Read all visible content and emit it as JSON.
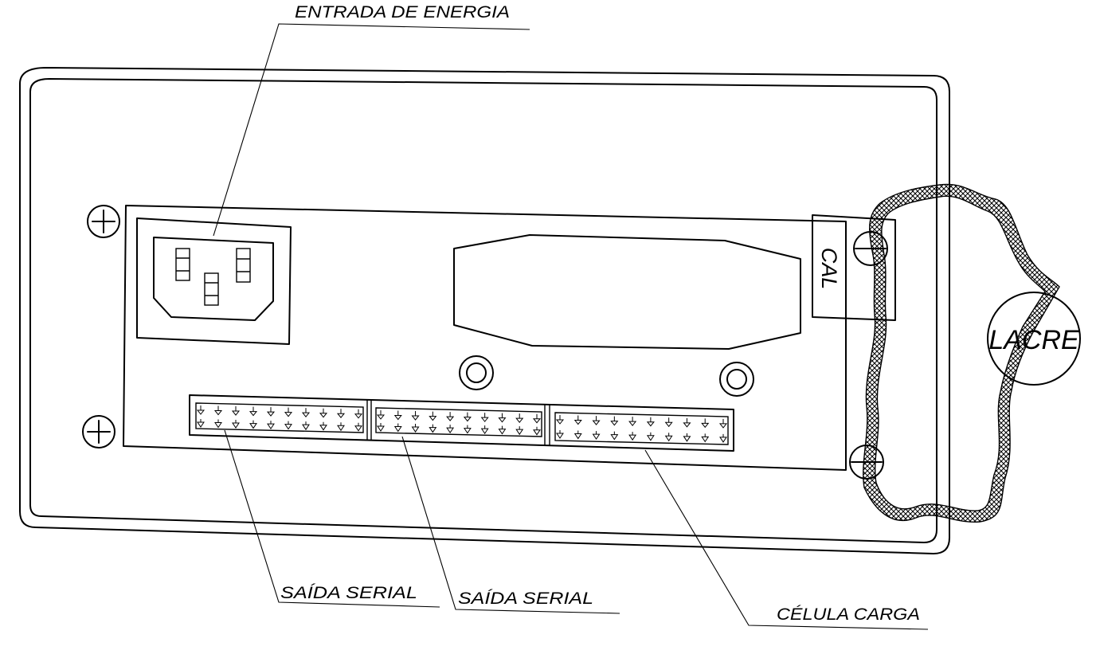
{
  "labels": {
    "power_input": "ENTRADA DE ENERGIA",
    "serial_output_1": "SAÍDA SERIAL",
    "serial_output_2": "SAÍDA SERIAL",
    "load_cell": "CÉLULA CARGA",
    "calibration": "CAL",
    "seal": "LACRE"
  },
  "connectors": [
    {
      "label": "SAÍDA SERIAL",
      "pins": 20
    },
    {
      "label": "SAÍDA SERIAL",
      "pins": 20
    },
    {
      "label": "CÉLULA CARGA",
      "pins": 20
    }
  ],
  "icons": [
    "plus-screw-icon",
    "minus-screw-icon",
    "power-socket-icon"
  ]
}
